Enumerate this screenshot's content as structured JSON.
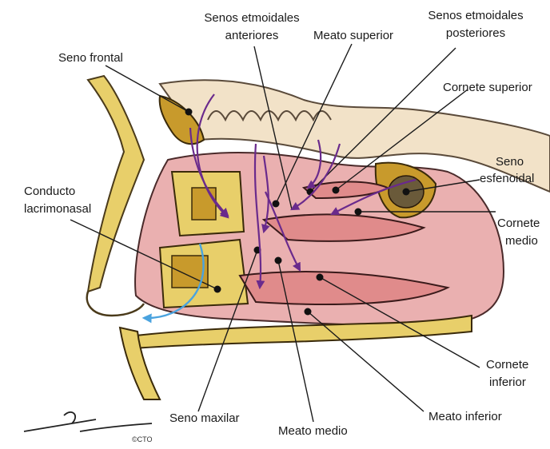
{
  "labels": {
    "seno_frontal": "Seno frontal",
    "senos_etmoidales_anteriores_1": "Senos etmoidales",
    "senos_etmoidales_anteriores_2": "anteriores",
    "meato_superior": "Meato superior",
    "senos_etmoidales_posteriores_1": "Senos etmoidales",
    "senos_etmoidales_posteriores_2": "posteriores",
    "cornete_superior": "Cornete superior",
    "seno_esfenoidal_1": "Seno",
    "seno_esfenoidal_2": "esfenoidal",
    "conducto_lacrimonasal_1": "Conducto",
    "conducto_lacrimonasal_2": "lacrimonasal",
    "cornete_medio_1": "Cornete",
    "cornete_medio_2": "medio",
    "cornete_inferior_1": "Cornete",
    "cornete_inferior_2": "inferior",
    "seno_maxilar": "Seno maxilar",
    "meato_medio": "Meato medio",
    "meato_inferior": "Meato inferior"
  },
  "copyright": "©CTO",
  "signature": "Alonso Díaz",
  "colors": {
    "mucosa": "#eab0b0",
    "bone": "#e8cf6a",
    "sinus": "#c89a2c",
    "leader": "#1a1a1a",
    "arrow_purple": "#6a2a8c",
    "arrow_blue": "#4aa3df"
  }
}
